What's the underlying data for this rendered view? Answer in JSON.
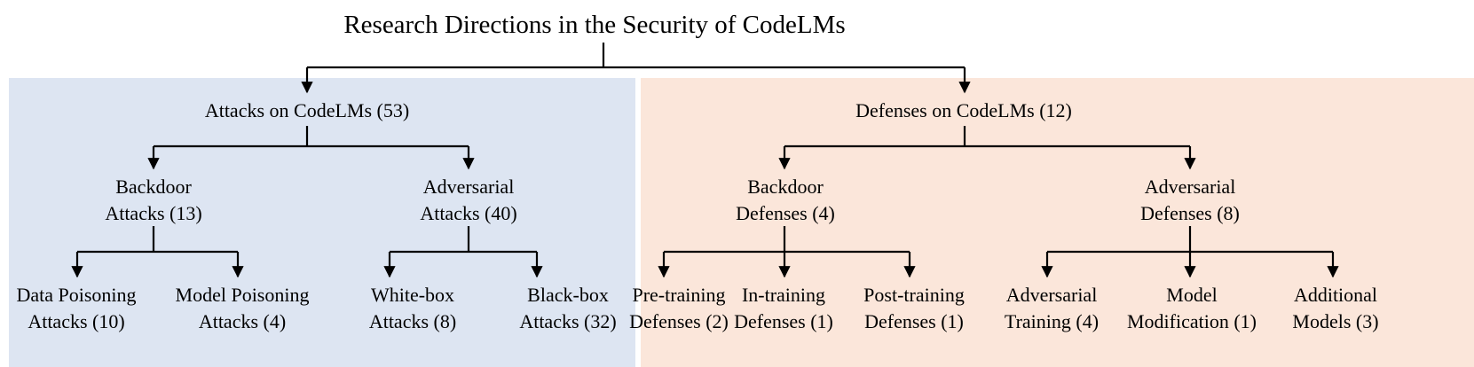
{
  "title": "Research Directions in the Security of CodeLMs",
  "colors": {
    "attacks_panel": "#dde5f2",
    "defenses_panel": "#fbe6da",
    "lines": "#000000"
  },
  "attacks": {
    "label": "Attacks on CodeLMs (53)",
    "backdoor": {
      "line1": "Backdoor",
      "line2": "Attacks (13)",
      "children": [
        {
          "line1": "Data Poisoning",
          "line2": "Attacks (10)"
        },
        {
          "line1": "Model Poisoning",
          "line2": "Attacks (4)"
        }
      ]
    },
    "adversarial": {
      "line1": "Adversarial",
      "line2": "Attacks (40)",
      "children": [
        {
          "line1": "White-box",
          "line2": "Attacks (8)"
        },
        {
          "line1": "Black-box",
          "line2": "Attacks (32)"
        }
      ]
    }
  },
  "defenses": {
    "label": "Defenses on CodeLMs (12)",
    "backdoor": {
      "line1": "Backdoor",
      "line2": "Defenses (4)",
      "children": [
        {
          "line1": "Pre-training",
          "line2": "Defenses (2)"
        },
        {
          "line1": "In-training",
          "line2": "Defenses (1)"
        },
        {
          "line1": "Post-training",
          "line2": "Defenses (1)"
        }
      ]
    },
    "adversarial": {
      "line1": "Adversarial",
      "line2": "Defenses (8)",
      "children": [
        {
          "line1": "Adversarial",
          "line2": "Training (4)"
        },
        {
          "line1": "Model",
          "line2": "Modification (1)"
        },
        {
          "line1": "Additional",
          "line2": "Models (3)"
        }
      ]
    }
  }
}
